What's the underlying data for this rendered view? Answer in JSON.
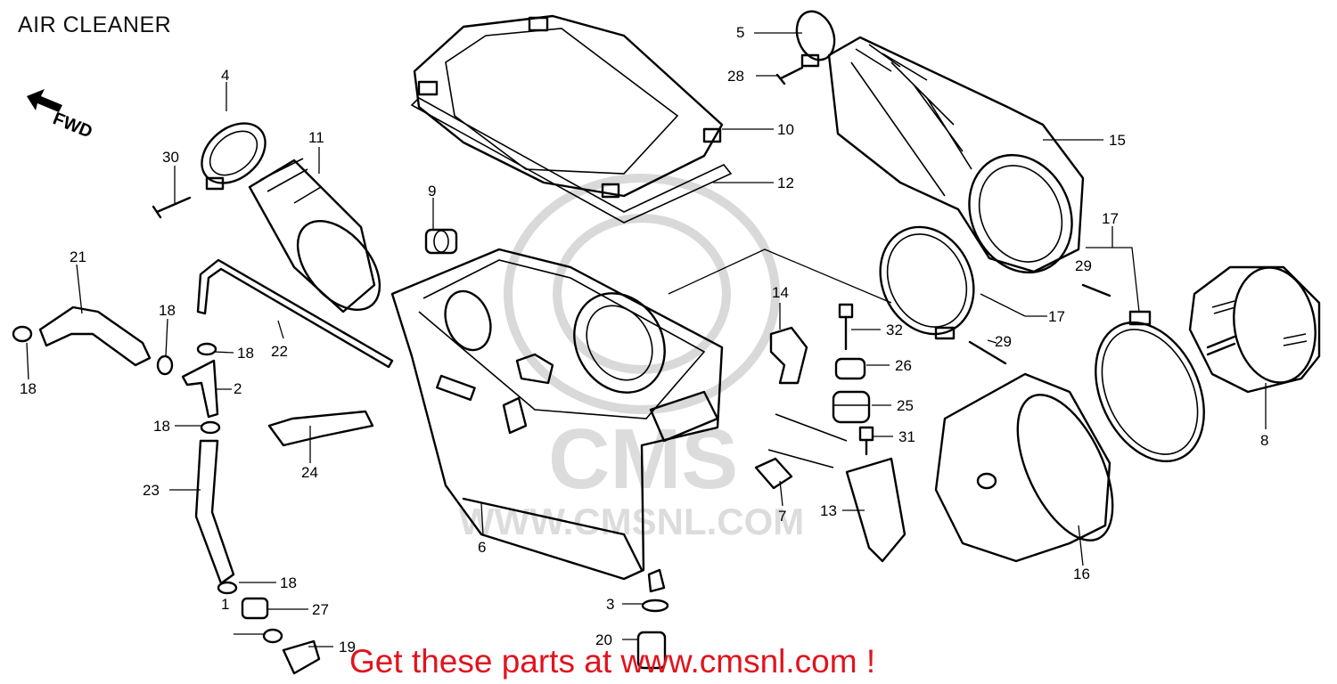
{
  "title": "AIR CLEANER",
  "fwd_label": "FWD",
  "watermark": {
    "logo_text": "CMS",
    "url_text": "WWW.CMSNL.COM"
  },
  "promo_text": "Get these parts at www.cmsnl.com !",
  "colors": {
    "promo": "#e0141e",
    "line": "#000000",
    "watermark": "#d9d9d9"
  },
  "callouts": [
    "1",
    "2",
    "3",
    "4",
    "5",
    "6",
    "7",
    "8",
    "9",
    "10",
    "11",
    "12",
    "13",
    "14",
    "15",
    "16",
    "17",
    "17",
    "18",
    "18",
    "18",
    "18",
    "18",
    "19",
    "20",
    "21",
    "22",
    "23",
    "24",
    "25",
    "26",
    "27",
    "28",
    "29",
    "29",
    "30",
    "31",
    "32"
  ]
}
